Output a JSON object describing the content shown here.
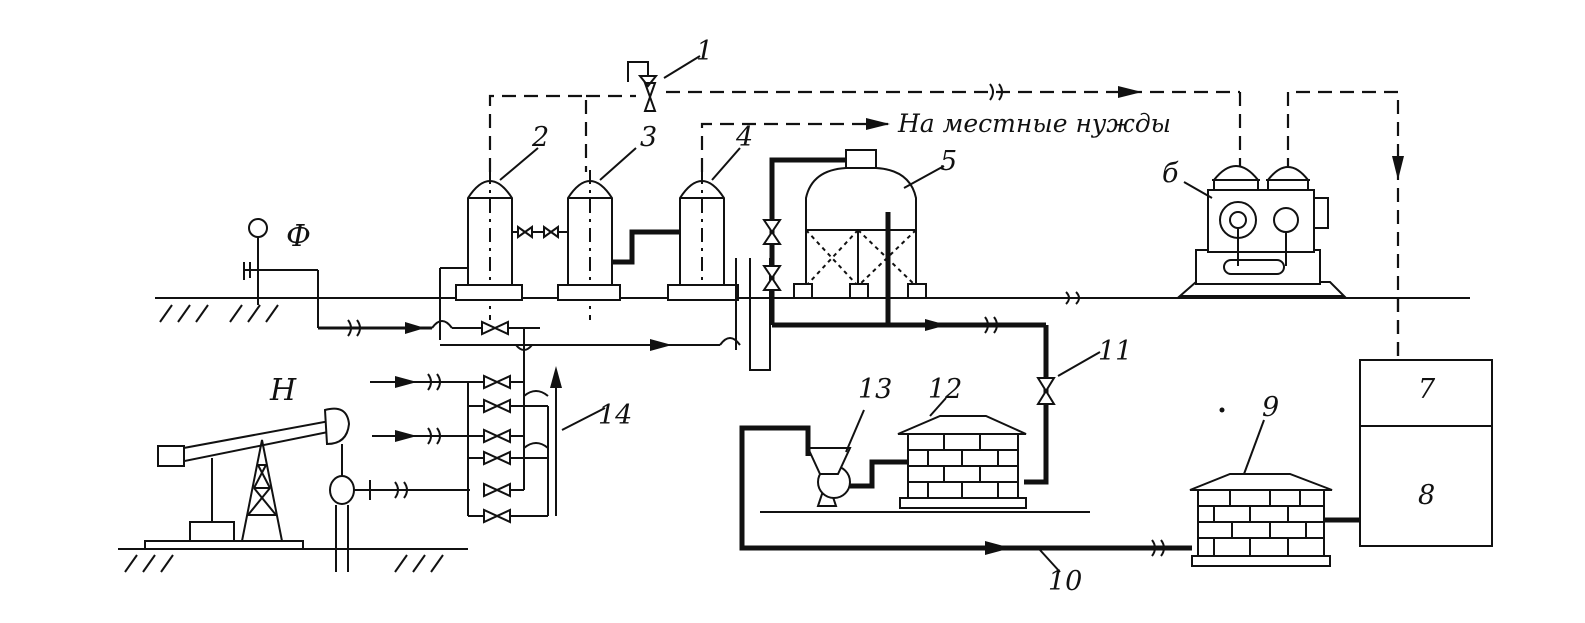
{
  "labels": {
    "callout_1": "1",
    "callout_2": "2",
    "callout_3": "3",
    "callout_4": "4",
    "callout_5": "5",
    "callout_6": "б",
    "callout_7": "7",
    "callout_8": "8",
    "callout_9": "9",
    "callout_10": "10",
    "callout_11": "11",
    "callout_12": "12",
    "callout_13": "13",
    "callout_14": "14",
    "pump_jack": "Н",
    "fountain_well": "Ф"
  },
  "notes": {
    "local_needs": "На местные нужды"
  }
}
